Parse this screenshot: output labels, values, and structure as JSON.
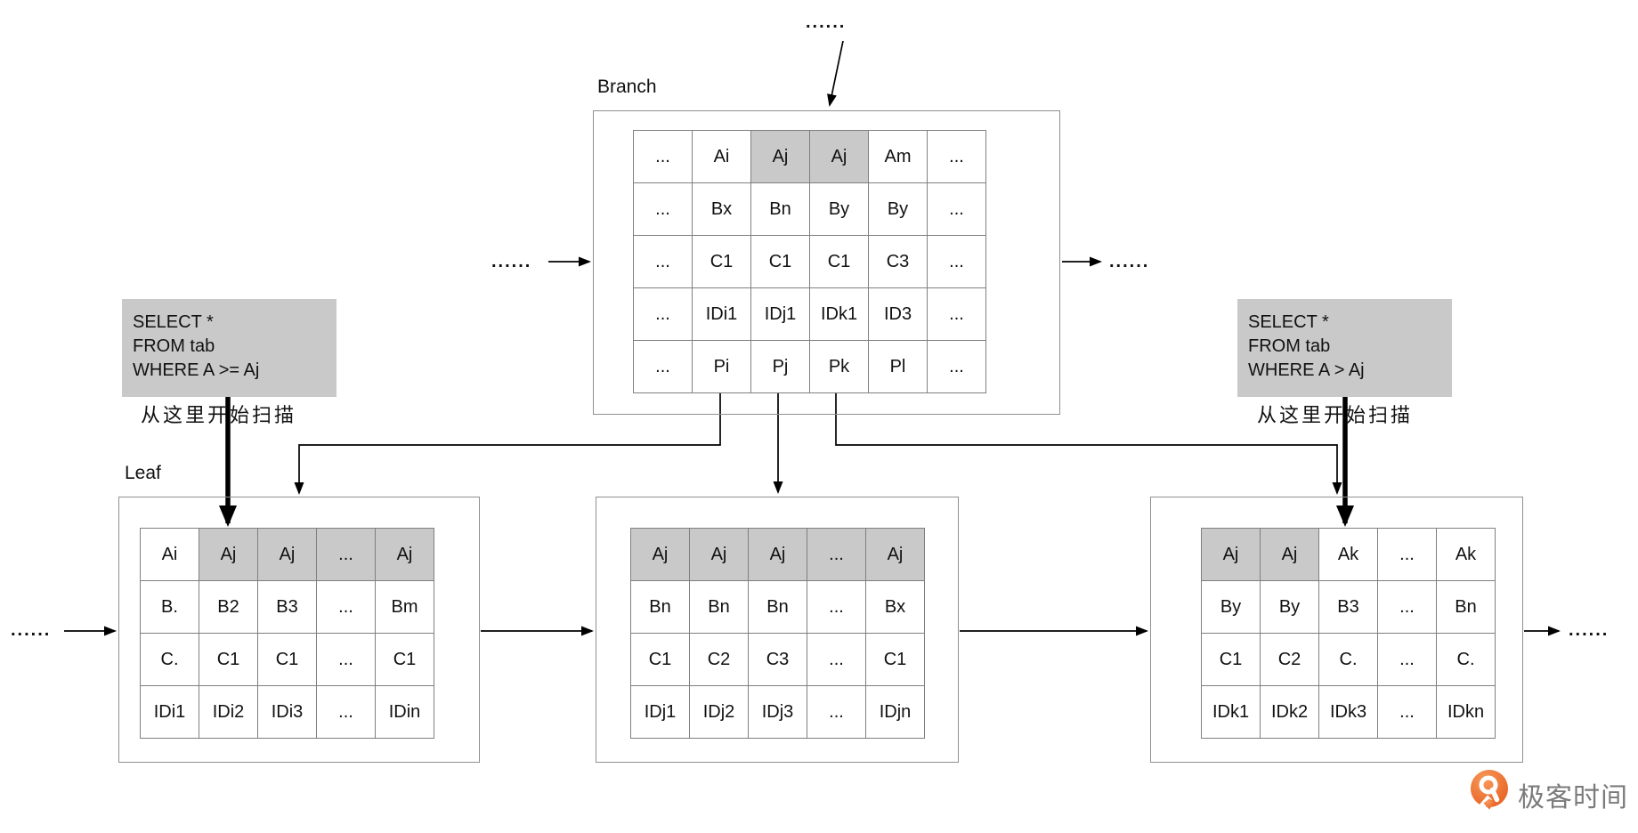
{
  "colors": {
    "highlight": "#c9c9c9",
    "table_border": "#7f7f7f",
    "box_border": "#909090",
    "text": "#111111",
    "watermark_text": "#7b7b7b",
    "logo_orange": "#eb6a2a"
  },
  "ellipses": {
    "top": "......",
    "branch_left": "......",
    "branch_right": "......",
    "leaf_left": "......",
    "leaf_right": "......"
  },
  "branch": {
    "label": "Branch",
    "table": {
      "rows": [
        [
          "...",
          "Ai",
          "Aj",
          "Aj",
          "Am",
          "..."
        ],
        [
          "...",
          "Bx",
          "Bn",
          "By",
          "By",
          "..."
        ],
        [
          "...",
          "C1",
          "C1",
          "C1",
          "C3",
          "..."
        ],
        [
          "...",
          "IDi1",
          "IDj1",
          "IDk1",
          "ID3",
          "..."
        ],
        [
          "...",
          "Pi",
          "Pj",
          "Pk",
          "Pl",
          "..."
        ]
      ],
      "highlight_cells": [
        [
          0,
          2
        ],
        [
          0,
          3
        ]
      ]
    }
  },
  "leaf1": {
    "label": "Leaf",
    "table": {
      "rows": [
        [
          "Ai",
          "Aj",
          "Aj",
          "...",
          "Aj"
        ],
        [
          "B.",
          "B2",
          "B3",
          "...",
          "Bm"
        ],
        [
          "C.",
          "C1",
          "C1",
          "...",
          "C1"
        ],
        [
          "IDi1",
          "IDi2",
          "IDi3",
          "...",
          "IDin"
        ]
      ],
      "highlight_cells": [
        [
          0,
          1
        ],
        [
          0,
          2
        ],
        [
          0,
          3
        ],
        [
          0,
          4
        ]
      ]
    }
  },
  "leaf2": {
    "table": {
      "rows": [
        [
          "Aj",
          "Aj",
          "Aj",
          "...",
          "Aj"
        ],
        [
          "Bn",
          "Bn",
          "Bn",
          "...",
          "Bx"
        ],
        [
          "C1",
          "C2",
          "C3",
          "...",
          "C1"
        ],
        [
          "IDj1",
          "IDj2",
          "IDj3",
          "...",
          "IDjn"
        ]
      ],
      "highlight_cells": [
        [
          0,
          0
        ],
        [
          0,
          1
        ],
        [
          0,
          2
        ],
        [
          0,
          3
        ],
        [
          0,
          4
        ]
      ]
    }
  },
  "leaf3": {
    "table": {
      "rows": [
        [
          "Aj",
          "Aj",
          "Ak",
          "...",
          "Ak"
        ],
        [
          "By",
          "By",
          "B3",
          "...",
          "Bn"
        ],
        [
          "C1",
          "C2",
          "C.",
          "...",
          "C."
        ],
        [
          "IDk1",
          "IDk2",
          "IDk3",
          "...",
          "IDkn"
        ]
      ],
      "highlight_cells": [
        [
          0,
          0
        ],
        [
          0,
          1
        ]
      ]
    }
  },
  "sql_left": {
    "lines": [
      "SELECT *",
      "FROM tab",
      "WHERE A >= Aj"
    ],
    "annotation": "从这里开始扫描"
  },
  "sql_right": {
    "lines": [
      "SELECT *",
      "FROM tab",
      "WHERE A > Aj"
    ],
    "annotation": "从这里开始扫描"
  },
  "watermark": {
    "brand": "极客时间"
  }
}
